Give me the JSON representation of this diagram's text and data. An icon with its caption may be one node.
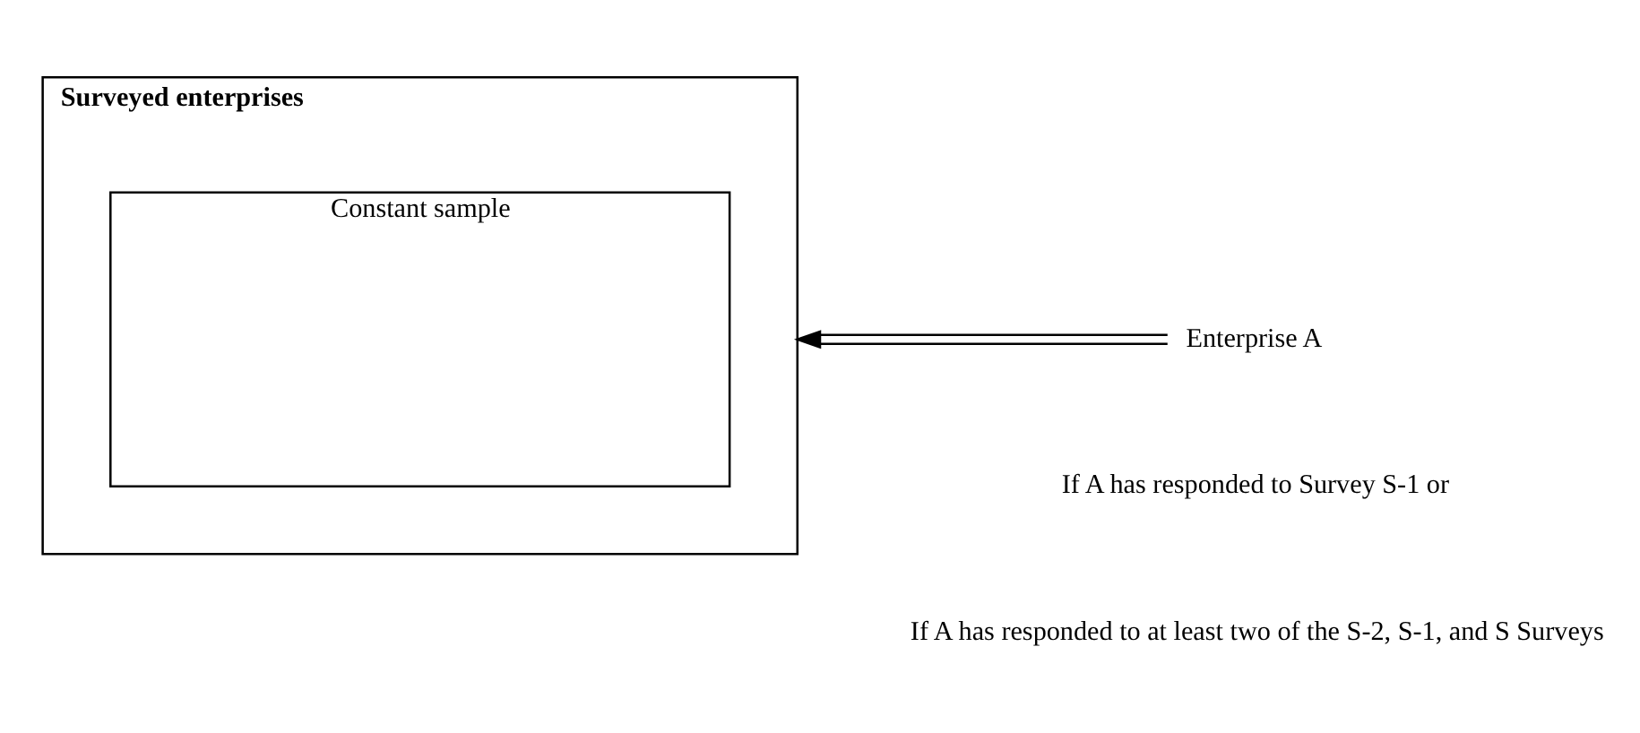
{
  "diagram": {
    "nodes": [
      {
        "text": [
          "Surveyed enterprises"
        ]
      },
      {
        "text": [
          "Constant sample"
        ],
        "in": 0
      },
      {
        "text": [
          "Enterprise A"
        ]
      }
    ],
    "edges": [
      {
        "from": 2,
        "to": 0,
        "arrow": "to"
      }
    ],
    "labels": [
      "If A has responded to Survey S-1 or",
      "If A has responded to at least two of the S-2, S-1, and S Surveys"
    ]
  }
}
